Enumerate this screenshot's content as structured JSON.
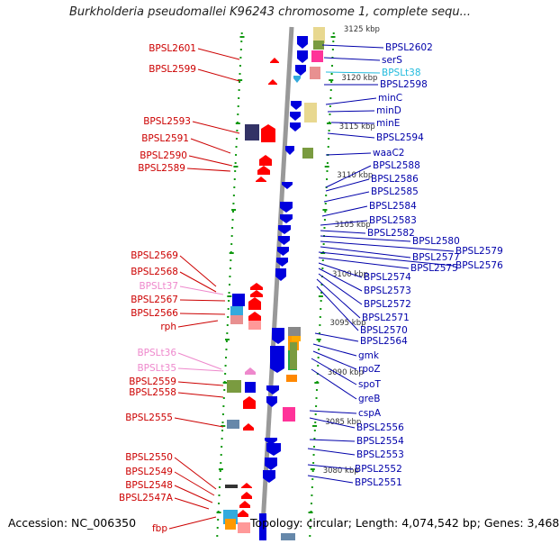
{
  "title": "Burkholderia pseudomallei K96243 chromosome 1, complete sequ...",
  "footer": {
    "accession": "Accession: NC_006350",
    "stats": "Topology: circular; Length: 4,074,542 bp; Genes: 3,468"
  },
  "colors": {
    "left_label": "#cc0000",
    "left_trna": "#ee88cc",
    "right_label": "#0000aa",
    "right_trna": "#22bbdd",
    "backbone": "#999999",
    "ticks": "#119911"
  },
  "scale_labels": [
    "3125 kbp",
    "3120 kbp",
    "3115 kbp",
    "3110 kbp",
    "3105 kbp",
    "3100 kbp",
    "3095 kbp",
    "3090 kbp",
    "3085 kbp",
    "3080 kbp"
  ],
  "left_labels": [
    {
      "text": "BPSL2601",
      "trna": false
    },
    {
      "text": "BPSL2599",
      "trna": false
    },
    {
      "text": "BPSL2593",
      "trna": false
    },
    {
      "text": "BPSL2591",
      "trna": false
    },
    {
      "text": "BPSL2590",
      "trna": false
    },
    {
      "text": "BPSL2589",
      "trna": false
    },
    {
      "text": "BPSL2569",
      "trna": false
    },
    {
      "text": "BPSL2568",
      "trna": false
    },
    {
      "text": "BPSLt37",
      "trna": true
    },
    {
      "text": "BPSL2567",
      "trna": false
    },
    {
      "text": "BPSL2566",
      "trna": false
    },
    {
      "text": "rph",
      "trna": false
    },
    {
      "text": "BPSLt36",
      "trna": true
    },
    {
      "text": "BPSLt35",
      "trna": true
    },
    {
      "text": "BPSL2559",
      "trna": false
    },
    {
      "text": "BPSL2558",
      "trna": false
    },
    {
      "text": "BPSL2555",
      "trna": false
    },
    {
      "text": "BPSL2550",
      "trna": false
    },
    {
      "text": "BPSL2549",
      "trna": false
    },
    {
      "text": "BPSL2548",
      "trna": false
    },
    {
      "text": "BPSL2547A",
      "trna": false
    },
    {
      "text": "fbp",
      "trna": false
    }
  ],
  "right_labels": [
    {
      "text": "BPSL2602",
      "trna": false
    },
    {
      "text": "serS",
      "trna": false
    },
    {
      "text": "BPSLt38",
      "trna": true
    },
    {
      "text": "BPSL2598",
      "trna": false
    },
    {
      "text": "minC",
      "trna": false
    },
    {
      "text": "minD",
      "trna": false
    },
    {
      "text": "minE",
      "trna": false
    },
    {
      "text": "BPSL2594",
      "trna": false
    },
    {
      "text": "waaC2",
      "trna": false
    },
    {
      "text": "BPSL2588",
      "trna": false
    },
    {
      "text": "BPSL2586",
      "trna": false
    },
    {
      "text": "BPSL2585",
      "trna": false
    },
    {
      "text": "BPSL2584",
      "trna": false
    },
    {
      "text": "BPSL2583",
      "trna": false
    },
    {
      "text": "BPSL2582",
      "trna": false
    },
    {
      "text": "BPSL2580",
      "trna": false
    },
    {
      "text": "BPSL2579",
      "trna": false
    },
    {
      "text": "BPSL2577",
      "trna": false
    },
    {
      "text": "BPSL2576",
      "trna": false
    },
    {
      "text": "BPSL2575",
      "trna": false
    },
    {
      "text": "BPSL2574",
      "trna": false
    },
    {
      "text": "BPSL2573",
      "trna": false
    },
    {
      "text": "BPSL2572",
      "trna": false
    },
    {
      "text": "BPSL2571",
      "trna": false
    },
    {
      "text": "BPSL2570",
      "trna": false
    },
    {
      "text": "BPSL2564",
      "trna": false
    },
    {
      "text": "gmk",
      "trna": false
    },
    {
      "text": "rpoZ",
      "trna": false
    },
    {
      "text": "spoT",
      "trna": false
    },
    {
      "text": "greB",
      "trna": false
    },
    {
      "text": "cspA",
      "trna": false
    },
    {
      "text": "BPSL2556",
      "trna": false
    },
    {
      "text": "BPSL2554",
      "trna": false
    },
    {
      "text": "BPSL2553",
      "trna": false
    },
    {
      "text": "BPSL2552",
      "trna": false
    },
    {
      "text": "BPSL2551",
      "trna": false
    }
  ]
}
